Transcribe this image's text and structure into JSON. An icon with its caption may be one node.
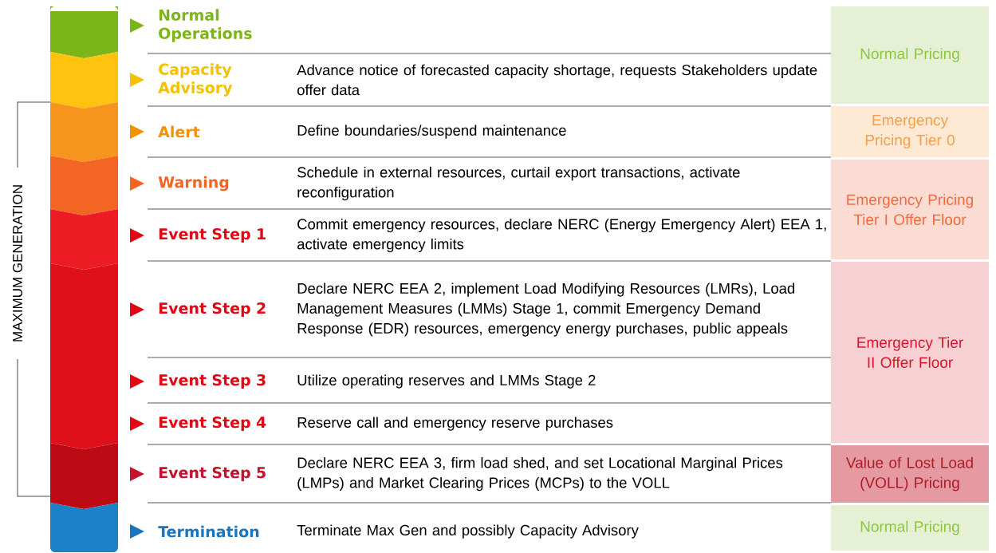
{
  "diagram": {
    "nodes": [
      {
        "text": [
          "Normal Pricing"
        ]
      },
      {
        "text": [
          "Emergency Pricing Tier 0"
        ]
      },
      {
        "text": [
          "Emergency Pricing Tier I Offer Floor"
        ]
      },
      {
        "text": [
          "Emergency Tier II Offer Floor"
        ]
      },
      {
        "text": [
          "Value of Lost Load (VOLL) Pricing"
        ]
      },
      {
        "text": [
          "Normal Pricing"
        ]
      }
    ],
    "labels": [
      "Normal Operations",
      "Capacity Advisory",
      "Advance notice of forecasted capacity shortage, requests Stakeholders update offer data",
      "Alert",
      "Define boundaries/suspend maintenance",
      "Warning",
      "Schedule in external resources, curtail export transactions, activate reconfiguration",
      "Event Step 1",
      "Commit emergency resources, declare NERC (Energy Emergency Alert) EEA 1, activate emergency limits",
      "Event Step 2",
      "Declare NERC EEA 2, implement Load Modifying Resources (LMRs), Load Management Measures (LMMs) Stage 1, commit Emergency Demand Response (EDR) resources, emergency energy purchases, public appeals",
      "Event Step 3",
      "Utilize operating reserves and LMMs Stage 2",
      "Event Step 4",
      "Reserve call and emergency reserve purchases",
      "Event Step 5",
      "Declare NERC EEA 3, firm load shed, and set Locational Marginal Prices (LMPs) and Market Clearing Prices (MCPs) to the VOLL",
      "Termination",
      "Terminate Max Gen and possibly Capacity Advisory",
      "MAXIMUM GENERATION"
    ]
  }
}
